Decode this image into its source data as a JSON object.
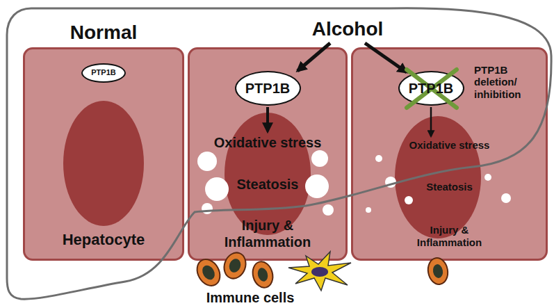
{
  "diagram": {
    "nodes": [
      {
        "text": [
          "Normal",
          "Hepatocyte"
        ]
      },
      {
        "text": [
          "PTP1B"
        ],
        "in": 0
      },
      {
        "text": [
          "Oxidative stress",
          "Steatosis",
          "Injury & Inflammation"
        ]
      },
      {
        "text": [
          "PTP1B"
        ],
        "in": 2
      },
      {
        "text": [
          "Oxidative stress",
          "Steatosis",
          "Injury & Inflammation"
        ]
      },
      {
        "text": [
          "PTP1B"
        ],
        "in": 4
      }
    ],
    "labels": [
      "Alcohol",
      "PTP1B deletion/ inhibition",
      "Immune cells"
    ]
  }
}
